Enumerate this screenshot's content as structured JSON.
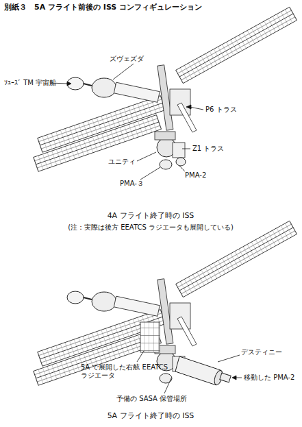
{
  "diagram": {
    "title": "別紙３　5A フライト前後の ISS コンフィギュレーション",
    "labels": [
      "ズヴェズダ",
      "ｿﾕｰｽﾞ TM 宇宙船",
      "P6 トラス",
      "Z1 トラス",
      "ユニティ",
      "PMA-３",
      "PMA-2",
      "4A フライト終了時の ISS",
      "(注：実際は後方 EEATCS ラジエータも展開している)",
      "デスティニー",
      "5A で展開した右舷 EEATCS ラジエータ",
      "移動した PMA-2",
      "予備の SASA 保管場所",
      "5A フライト終了時の ISS"
    ]
  }
}
